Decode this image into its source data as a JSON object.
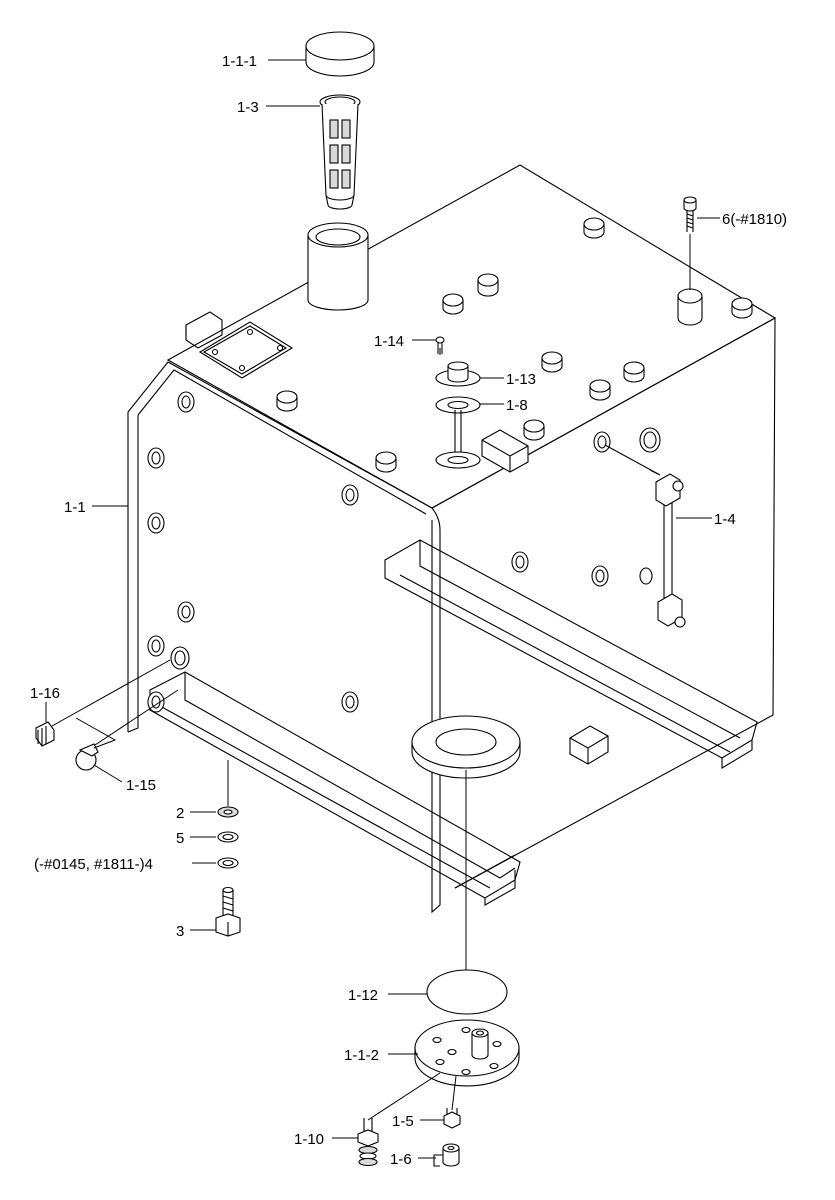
{
  "labels": {
    "l_1_1_1": "1-1-1",
    "l_1_3": "1-3",
    "l_6": "6(-#1810)",
    "l_1_14": "1-14",
    "l_1_13": "1-13",
    "l_1_8": "1-8",
    "l_1_1": "1-1",
    "l_1_4": "1-4",
    "l_1_16": "1-16",
    "l_1_15": "1-15",
    "l_2": "2",
    "l_5": "5",
    "l_4": "(-#0145, #1811-)4",
    "l_3": "3",
    "l_1_12": "1-12",
    "l_1_1_2": "1-1-2",
    "l_1_5": "1-5",
    "l_1_10": "1-10",
    "l_1_6": "1-6"
  }
}
